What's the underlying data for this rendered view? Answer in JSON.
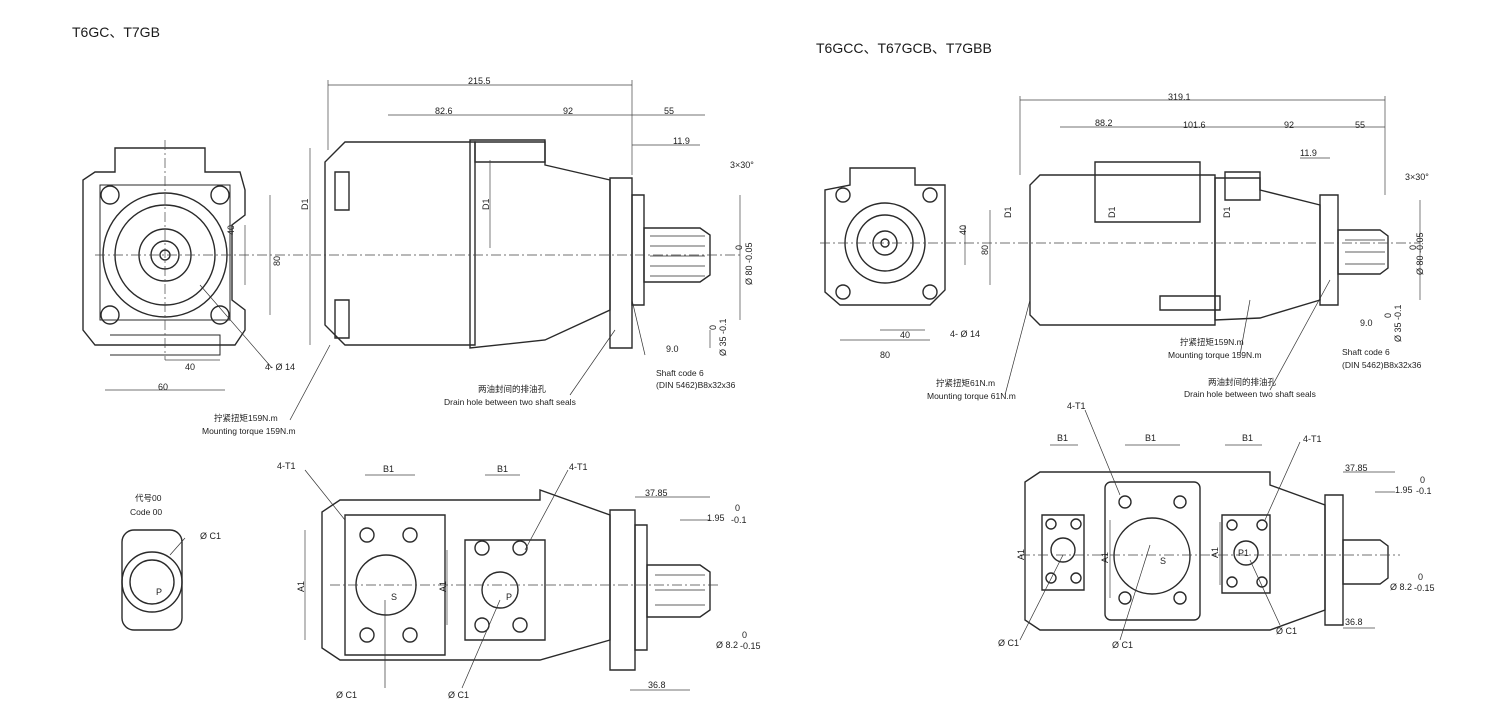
{
  "left": {
    "title": "T6GC、T7GB",
    "dims": {
      "overall": "215.5",
      "d1": "82.6",
      "d2": "92",
      "d3": "55",
      "d4": "11.9",
      "chamfer": "3×30°",
      "D1_a": "D1",
      "D1_b": "D1",
      "w40": "40",
      "w80": "80",
      "b40": "40",
      "b60": "60",
      "shaft_dia": "0\nØ 80 -0.05",
      "shaft_a": "0",
      "shaft_b": "Ø 80 -0.05",
      "pilot_a": "0",
      "pilot_b": "Ø 35 -0.1",
      "d9": "9.0",
      "holes": "4- Ø 14"
    },
    "notes": {
      "torque_cn": "拧紧扭矩159N.m",
      "torque_en": "Mounting torque 159N.m",
      "drain_cn": "两油封间的排油孔",
      "drain_en": "Drain hole between two shaft seals",
      "shaft_code": "Shaft code 6",
      "shaft_din": "(DIN 5462)B8x32x36"
    },
    "code_cn": "代号00",
    "code_en": "Code 00",
    "code_c1": "Ø C1",
    "code_p": "P",
    "bottom": {
      "t1_a": "4-T1",
      "t1_b": "4-T1",
      "b1_a": "B1",
      "b1_b": "B1",
      "a1_a": "A1",
      "a1_b": "A1",
      "s": "S",
      "p": "P",
      "c1_a": "Ø C1",
      "c1_b": "Ø C1",
      "d3785": "37.85",
      "d195": "1.95",
      "tol_0": "0",
      "tol_m01": "-0.1",
      "d82": "Ø 8.2",
      "tol2_0": "0",
      "tol2_m015": "-0.15",
      "d368": "36.8"
    }
  },
  "right": {
    "title": "T6GCC、T67GCB、T7GBB",
    "dims": {
      "overall": "319.1",
      "d1": "88.2",
      "d2": "101.6",
      "d3": "92",
      "d4": "55",
      "d5": "11.9",
      "chamfer": "3×30°",
      "D1_a": "D1",
      "D1_b": "D1",
      "D1_c": "D1",
      "w40": "40",
      "w80": "80",
      "b40": "40",
      "b80": "80",
      "shaft_a": "0",
      "shaft_b": "Ø 80 -0.05",
      "pilot_a": "0",
      "pilot_b": "Ø 35 -0.1",
      "d9": "9.0",
      "holes": "4- Ø 14"
    },
    "notes": {
      "torque1_cn": "拧紧扭矩159N.m",
      "torque1_en": "Mounting torque 159N.m",
      "torque2_cn": "拧紧扭矩61N.m",
      "torque2_en": "Mounting torque 61N.m",
      "drain_cn": "两油封间的排油孔",
      "drain_en": "Drain hole between two shaft seals",
      "shaft_code": "Shaft code 6",
      "shaft_din": "(DIN 5462)B8x32x36"
    },
    "bottom": {
      "t1_a": "4-T1",
      "t1_b": "4-T1",
      "b1_a": "B1",
      "b1_b": "B1",
      "b1_c": "B1",
      "a1_a": "A1",
      "a1_b": "A1",
      "a1_c": "A1",
      "s": "S",
      "p1": "P1",
      "c1_a": "Ø C1",
      "c1_b": "Ø C1",
      "c1_c": "Ø C1",
      "d3785": "37.85",
      "d195": "1.95",
      "tol_0": "0",
      "tol_m01": "-0.1",
      "d82": "Ø 8.2",
      "tol2_0": "0",
      "tol2_m015": "-0.15",
      "d368": "36.8"
    }
  }
}
